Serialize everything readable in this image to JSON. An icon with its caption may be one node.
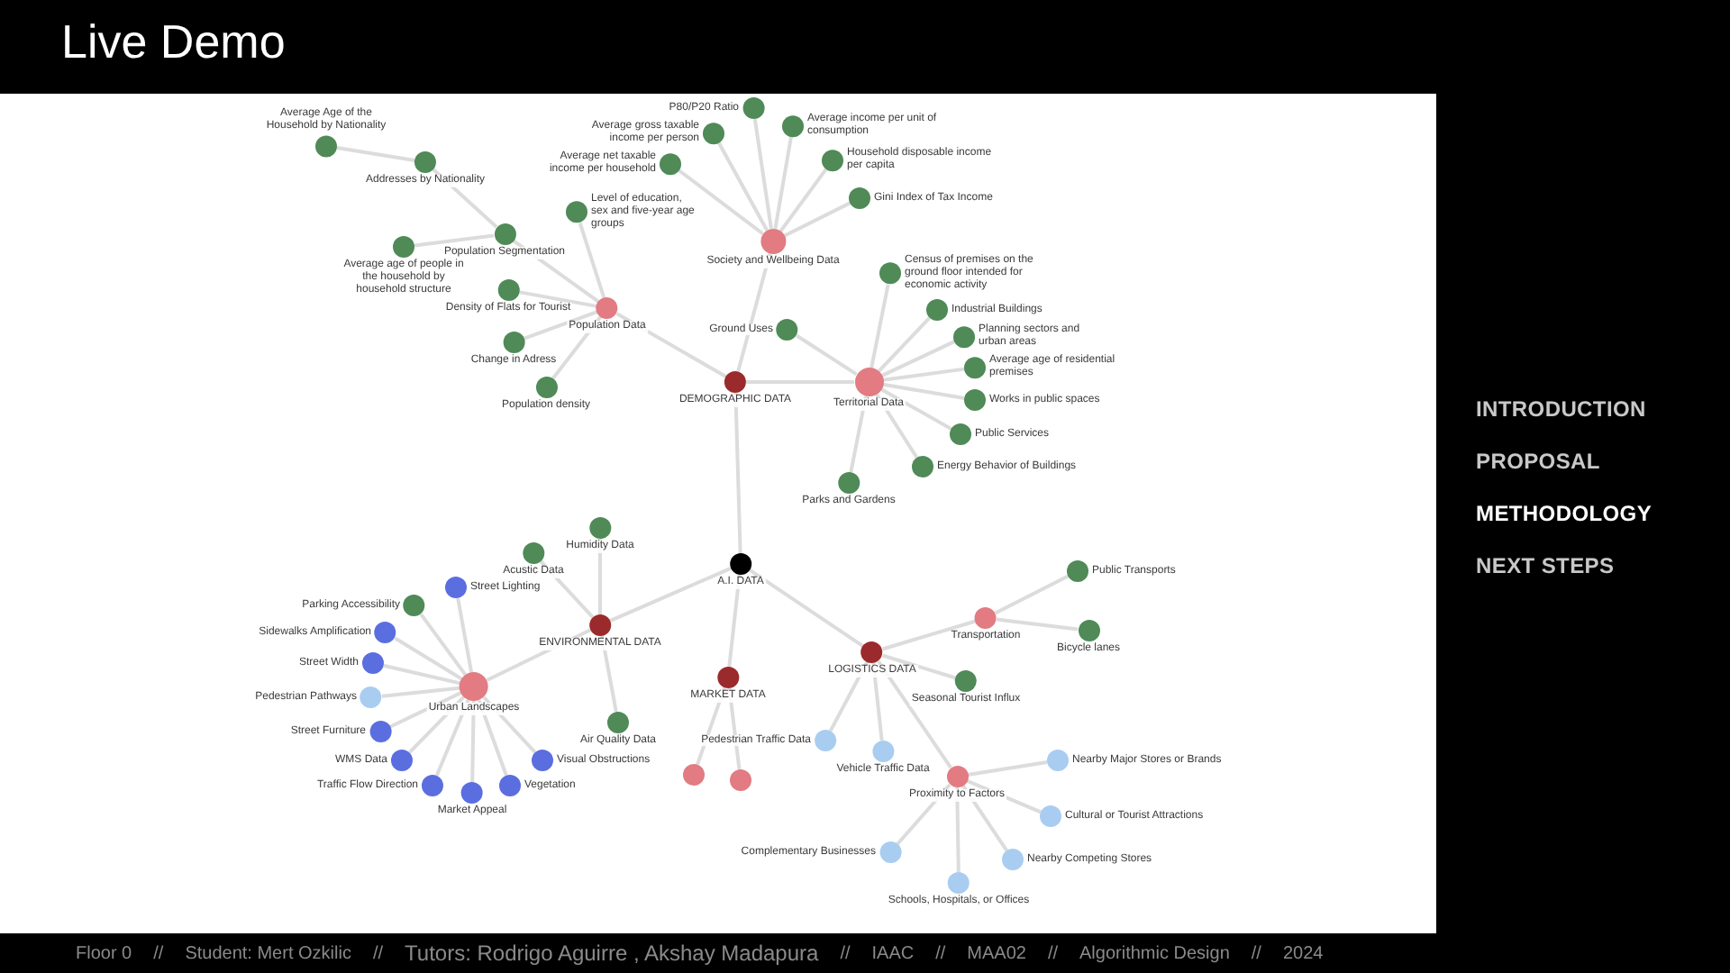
{
  "diagram": {
    "title": "Live Demo",
    "nodes": [
      {
        "text": [
          "DEMOGRAPHIC DATA"
        ]
      },
      {
        "text": [
          "Population Data"
        ]
      },
      {
        "text": [
          "Population Segmentation"
        ]
      },
      {
        "text": [
          "Addresses by Nationality"
        ]
      },
      {
        "text": [
          "Average Age of the Household by Nationality"
        ]
      },
      {
        "text": [
          "Average age of people in the household by household structure"
        ]
      },
      {
        "text": [
          "Level of education, sex and five-year age groups"
        ]
      },
      {
        "text": [
          "Density of Flats for Tourist"
        ]
      },
      {
        "text": [
          "Change in Adress"
        ]
      },
      {
        "text": [
          "Population density"
        ]
      },
      {
        "text": [
          "Society and Wellbeing Data"
        ]
      },
      {
        "text": [
          "Average net taxable income per household"
        ]
      },
      {
        "text": [
          "Average gross taxable income per person"
        ]
      },
      {
        "text": [
          "P80/P20 Ratio"
        ]
      },
      {
        "text": [
          "Average income per unit of consumption"
        ]
      },
      {
        "text": [
          "Household disposable income per capita"
        ]
      },
      {
        "text": [
          "Gini Index of Tax Income"
        ]
      },
      {
        "text": [
          "Territorial Data"
        ]
      },
      {
        "text": [
          "Ground Uses"
        ]
      },
      {
        "text": [
          "Census of premises on the ground floor intended for economic activity"
        ]
      },
      {
        "text": [
          "Industrial Buildings"
        ]
      },
      {
        "text": [
          "Planning sectors and urban areas"
        ]
      },
      {
        "text": [
          "Average age of residential premises"
        ]
      },
      {
        "text": [
          "Works in public spaces"
        ]
      },
      {
        "text": [
          "Public Services"
        ]
      },
      {
        "text": [
          "Energy Behavior of Buildings"
        ]
      },
      {
        "text": [
          "Parks and Gardens"
        ]
      },
      {
        "text": [
          "A.I. DATA"
        ]
      },
      {
        "text": [
          "ENVIRONMENTAL DATA"
        ]
      },
      {
        "text": [
          "Acustic Data"
        ]
      },
      {
        "text": [
          "Humidity Data"
        ]
      },
      {
        "text": [
          "Air Quality Data"
        ]
      },
      {
        "text": [
          "Urban Landscapes"
        ]
      },
      {
        "text": [
          "Street Lighting"
        ]
      },
      {
        "text": [
          "Parking Accessibility"
        ]
      },
      {
        "text": [
          "Sidewalks Amplification"
        ]
      },
      {
        "text": [
          "Street Width"
        ]
      },
      {
        "text": [
          "Pedestrian Pathways"
        ]
      },
      {
        "text": [
          "Street Furniture"
        ]
      },
      {
        "text": [
          "WMS Data"
        ]
      },
      {
        "text": [
          "Traffic Flow Direction"
        ]
      },
      {
        "text": [
          "Market Appeal"
        ]
      },
      {
        "text": [
          "Vegetation"
        ]
      },
      {
        "text": [
          "Visual Obstructions"
        ]
      },
      {
        "text": [
          "MARKET DATA"
        ]
      },
      {
        "text": [],
        "shape": "circle"
      },
      {
        "text": [],
        "shape": "circle"
      },
      {
        "text": [
          "LOGISTICS DATA"
        ]
      },
      {
        "text": [
          "Transportation"
        ]
      },
      {
        "text": [
          "Public Transports"
        ]
      },
      {
        "text": [
          "Bicycle lanes"
        ]
      },
      {
        "text": [
          "Seasonal Tourist Influx"
        ]
      },
      {
        "text": [
          "Pedestrian Traffic Data"
        ]
      },
      {
        "text": [
          "Vehicle Traffic Data"
        ]
      },
      {
        "text": [
          "Proximity to Factors"
        ]
      },
      {
        "text": [
          "Nearby Major Stores or Brands"
        ]
      },
      {
        "text": [
          "Cultural or Tourist Attractions"
        ]
      },
      {
        "text": [
          "Complementary Businesses"
        ]
      },
      {
        "text": [
          "Schools, Hospitals, or Offices"
        ]
      },
      {
        "text": [
          "Nearby Competing Stores"
        ]
      }
    ],
    "edges": [
      {
        "from": 0,
        "to": 1,
        "arrow": "none"
      },
      {
        "from": 1,
        "to": 2,
        "arrow": "none"
      },
      {
        "from": 2,
        "to": 3,
        "arrow": "none"
      },
      {
        "from": 3,
        "to": 4,
        "arrow": "none"
      },
      {
        "from": 2,
        "to": 5,
        "arrow": "none"
      },
      {
        "from": 1,
        "to": 6,
        "arrow": "none"
      },
      {
        "from": 1,
        "to": 7,
        "arrow": "none"
      },
      {
        "from": 1,
        "to": 8,
        "arrow": "none"
      },
      {
        "from": 1,
        "to": 9,
        "arrow": "none"
      },
      {
        "from": 0,
        "to": 10,
        "arrow": "none"
      },
      {
        "from": 10,
        "to": 11,
        "arrow": "none"
      },
      {
        "from": 10,
        "to": 12,
        "arrow": "none"
      },
      {
        "from": 10,
        "to": 13,
        "arrow": "none"
      },
      {
        "from": 10,
        "to": 14,
        "arrow": "none"
      },
      {
        "from": 10,
        "to": 15,
        "arrow": "none"
      },
      {
        "from": 10,
        "to": 16,
        "arrow": "none"
      },
      {
        "from": 0,
        "to": 17,
        "arrow": "none"
      },
      {
        "from": 17,
        "to": 18,
        "arrow": "none"
      },
      {
        "from": 17,
        "to": 19,
        "arrow": "none"
      },
      {
        "from": 17,
        "to": 20,
        "arrow": "none"
      },
      {
        "from": 17,
        "to": 21,
        "arrow": "none"
      },
      {
        "from": 17,
        "to": 22,
        "arrow": "none"
      },
      {
        "from": 17,
        "to": 23,
        "arrow": "none"
      },
      {
        "from": 17,
        "to": 24,
        "arrow": "none"
      },
      {
        "from": 17,
        "to": 25,
        "arrow": "none"
      },
      {
        "from": 17,
        "to": 26,
        "arrow": "none"
      },
      {
        "from": 0,
        "to": 27,
        "arrow": "none"
      },
      {
        "from": 27,
        "to": 28,
        "arrow": "none"
      },
      {
        "from": 28,
        "to": 29,
        "arrow": "none"
      },
      {
        "from": 28,
        "to": 30,
        "arrow": "none"
      },
      {
        "from": 28,
        "to": 31,
        "arrow": "none"
      },
      {
        "from": 28,
        "to": 32,
        "arrow": "none"
      },
      {
        "from": 32,
        "to": 33,
        "arrow": "none"
      },
      {
        "from": 32,
        "to": 34,
        "arrow": "none"
      },
      {
        "from": 32,
        "to": 35,
        "arrow": "none"
      },
      {
        "from": 32,
        "to": 36,
        "arrow": "none"
      },
      {
        "from": 32,
        "to": 37,
        "arrow": "none"
      },
      {
        "from": 32,
        "to": 38,
        "arrow": "none"
      },
      {
        "from": 32,
        "to": 39,
        "arrow": "none"
      },
      {
        "from": 32,
        "to": 40,
        "arrow": "none"
      },
      {
        "from": 32,
        "to": 41,
        "arrow": "none"
      },
      {
        "from": 32,
        "to": 42,
        "arrow": "none"
      },
      {
        "from": 32,
        "to": 43,
        "arrow": "none"
      },
      {
        "from": 27,
        "to": 44,
        "arrow": "none"
      },
      {
        "from": 44,
        "to": 45,
        "arrow": "none"
      },
      {
        "from": 44,
        "to": 46,
        "arrow": "none"
      },
      {
        "from": 27,
        "to": 47,
        "arrow": "none"
      },
      {
        "from": 47,
        "to": 48,
        "arrow": "none"
      },
      {
        "from": 48,
        "to": 49,
        "arrow": "none"
      },
      {
        "from": 48,
        "to": 50,
        "arrow": "none"
      },
      {
        "from": 47,
        "to": 51,
        "arrow": "none"
      },
      {
        "from": 47,
        "to": 52,
        "arrow": "none"
      },
      {
        "from": 47,
        "to": 53,
        "arrow": "none"
      },
      {
        "from": 47,
        "to": 54,
        "arrow": "none"
      },
      {
        "from": 54,
        "to": 55,
        "arrow": "none"
      },
      {
        "from": 54,
        "to": 56,
        "arrow": "none"
      },
      {
        "from": 54,
        "to": 57,
        "arrow": "none"
      },
      {
        "from": 54,
        "to": 58,
        "arrow": "none"
      },
      {
        "from": 54,
        "to": 59,
        "arrow": "none"
      }
    ],
    "labels": [
      "INTRODUCTION",
      "PROPOSAL",
      "METHODOLOGY",
      "NEXT STEPS",
      "Floor 0",
      "//",
      "Student: Mert Ozkilic",
      "//",
      "Tutors: Rodrigo Aguirre , Akshay Madapura",
      "//",
      "IAAC",
      "//",
      "MAA02",
      "//",
      "Algorithmic Design",
      "//",
      "2024"
    ]
  }
}
